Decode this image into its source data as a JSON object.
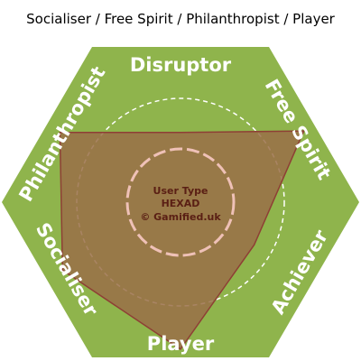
{
  "header": {
    "title": "Socialiser / Free Spirit / Philanthropist / Player"
  },
  "hexad": {
    "types": [
      {
        "id": "disruptor",
        "label": "Disruptor",
        "score": 0.45
      },
      {
        "id": "free-spirit",
        "label": "Free Spirit",
        "score": 0.92
      },
      {
        "id": "achiever",
        "label": "Achiever",
        "score": 0.55
      },
      {
        "id": "player",
        "label": "Player",
        "score": 0.95
      },
      {
        "id": "socialiser",
        "label": "Socialiser",
        "score": 0.88
      },
      {
        "id": "philanthropist",
        "label": "Philanthropist",
        "score": 0.9
      }
    ],
    "center": {
      "line1": "User Type",
      "line2": "HEXAD",
      "line3": "© Gamified.uk"
    },
    "colors": {
      "hexagon": "#8fb44c",
      "profile_fill": "#9a6f48",
      "profile_stroke": "#8e3f35",
      "inner_circle": "#efc1b7",
      "outer_circle": "#ffffff",
      "label": "#ffffff",
      "center_text": "#5a1f14"
    }
  }
}
